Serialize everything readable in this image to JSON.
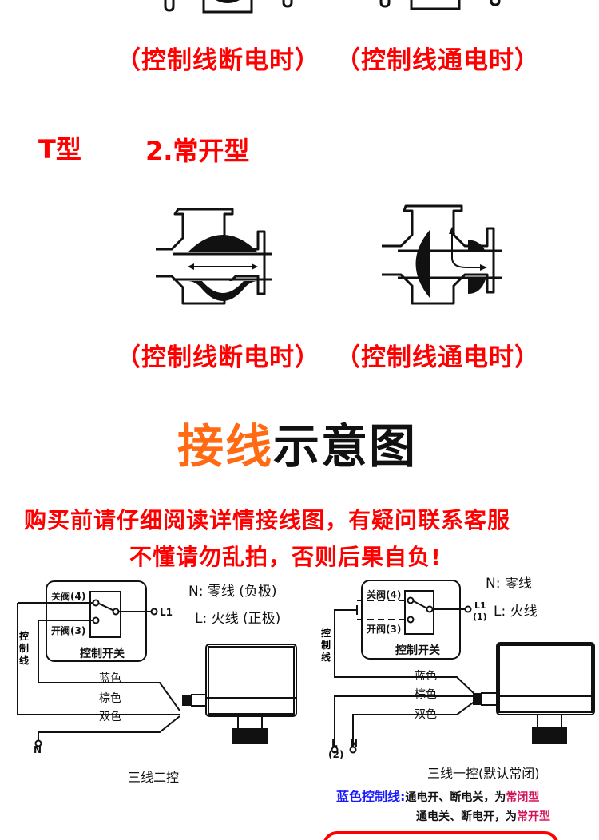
{
  "top_section": {
    "captions": {
      "off_state": "（控制线断电时）",
      "on_state": "（控制线通电时）"
    }
  },
  "t_type_section": {
    "type_label": "T型",
    "mode_label": "2.常开型",
    "captions": {
      "off_state": "（控制线断电时）",
      "on_state": "（控制线通电时）"
    }
  },
  "wiring_heading": {
    "highlight": "接线",
    "rest": "示意图",
    "colors": {
      "highlight": "#ff6a13",
      "rest": "#111111"
    }
  },
  "warning": {
    "line1": "购买前请仔细阅读详情接线图，有疑问联系客服",
    "line2": "不懂请勿乱拍，否则后果自负!",
    "color": "#ff0000"
  },
  "diagram_left": {
    "legend": {
      "n": "N: 零线 (负极)",
      "l": "L: 火线 (正极)"
    },
    "switch": {
      "close_valve": "关阀(4)",
      "open_valve": "开阀(3)",
      "title": "控制开关",
      "l1": "L1"
    },
    "side_label": [
      "控",
      "制",
      "线"
    ],
    "wires": {
      "blue": "蓝色",
      "brown": "棕色",
      "dual": "双色"
    },
    "terminal_n": "N",
    "caption": "三线二控"
  },
  "diagram_right": {
    "legend": {
      "n": "N: 零线",
      "l": "L: 火线"
    },
    "switch": {
      "close_valve": "关阀(4)",
      "open_valve": "开阀(3)",
      "title": "控制开关",
      "l1": "L1",
      "l1_num": "(1)"
    },
    "side_label": [
      "控",
      "制",
      "线"
    ],
    "wires": {
      "blue": "蓝色",
      "brown": "棕色",
      "dual": "双色"
    },
    "terminal_l": "L",
    "terminal_l_num": "(2)",
    "terminal_n": "N",
    "caption": "三线一控(默认常闭)",
    "note": {
      "prefix": "蓝色控制线:",
      "line1_text": "通电开、断电关，为",
      "line1_type": "常闭型",
      "line2_text": "通电关、断电开，为",
      "line2_type": "常开型",
      "colors": {
        "prefix": "#1a1aff",
        "type": "#d4145a"
      }
    }
  }
}
